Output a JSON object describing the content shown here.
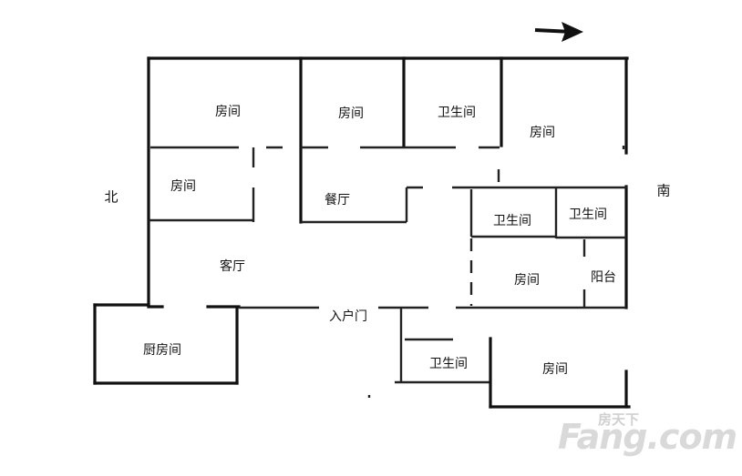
{
  "rooms": {
    "room_top_left": "房间",
    "room_top_middle": "房间",
    "bathroom_top": "卫生间",
    "room_top_right": "房间",
    "room_left": "房间",
    "dining": "餐厅",
    "bathroom_center": "卫生间",
    "bathroom_right": "卫生间",
    "living": "客厅",
    "room_center": "房间",
    "balcony": "阳台",
    "entrance": "入户门",
    "kitchen": "厨房间",
    "bathroom_bottom": "卫生间",
    "room_bottom": "房间"
  },
  "directions": {
    "north": "北",
    "south": "南"
  },
  "watermark": {
    "brand": "Fang.com",
    "chinese": "房天下"
  }
}
